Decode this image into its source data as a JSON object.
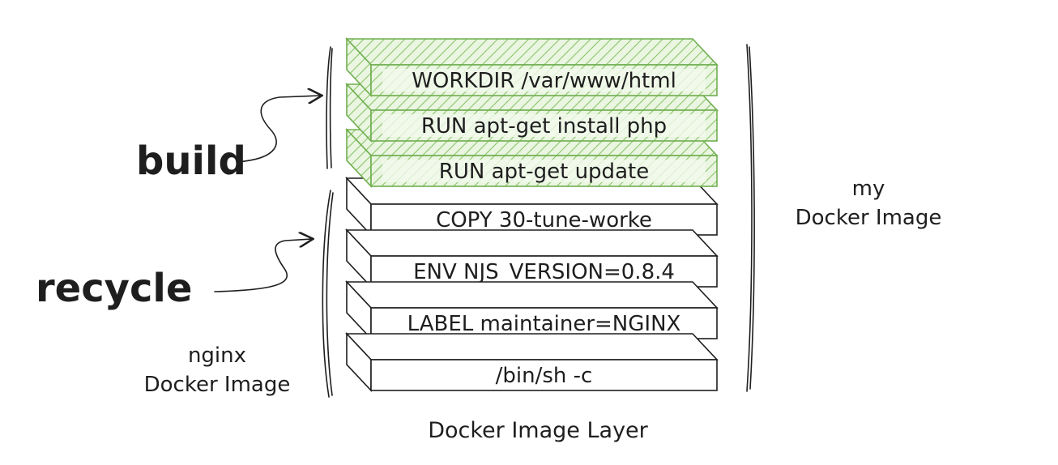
{
  "colors": {
    "stroke": "#1e1e1e",
    "new_layer_fill": "#d9f0c8",
    "new_layer_stroke": "#6fae4f",
    "base_layer_fill": "#ffffff"
  },
  "labels": {
    "build": "build",
    "recycle": "recycle",
    "my_image_line1": "my",
    "my_image_line2": "Docker Image",
    "nginx_image_line1": "nginx",
    "nginx_image_line2": "Docker Image",
    "caption": "Docker Image Layer"
  },
  "layers_new": [
    "WORKDIR /var/www/html",
    "RUN apt-get install php",
    "RUN apt-get update"
  ],
  "layers_base": [
    "COPY 30-tune-worke",
    "ENV NJS_VERSION=0.8.4",
    "LABEL maintainer=NGINX",
    "/bin/sh -c"
  ],
  "icons": {
    "build_arrow": "curved-arrow-right-icon",
    "recycle_arrow": "curved-arrow-right-icon"
  }
}
